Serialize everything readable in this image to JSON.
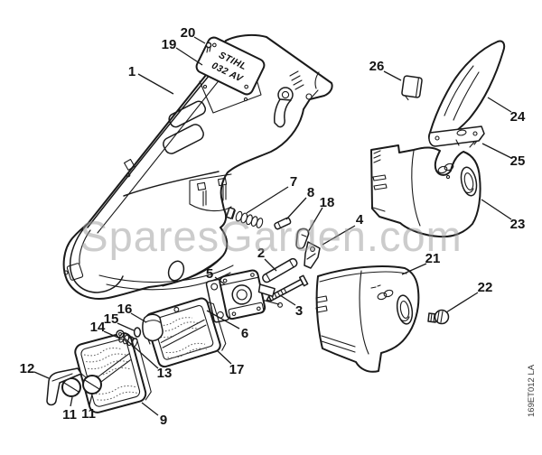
{
  "watermark": "SparesGarden.com",
  "model_plate": {
    "line1": "STIHL",
    "line2": "032 AV"
  },
  "doc_code": "169ET012 LA",
  "colors": {
    "line": "#1a1a1a",
    "watermark": "#9a9a9a",
    "background": "#ffffff"
  },
  "callouts": [
    {
      "label": "1"
    },
    {
      "label": "2"
    },
    {
      "label": "3"
    },
    {
      "label": "4"
    },
    {
      "label": "5"
    },
    {
      "label": "6"
    },
    {
      "label": "7"
    },
    {
      "label": "8"
    },
    {
      "label": "9"
    },
    {
      "label": "11"
    },
    {
      "label": "11"
    },
    {
      "label": "12"
    },
    {
      "label": "13"
    },
    {
      "label": "14"
    },
    {
      "label": "15"
    },
    {
      "label": "16"
    },
    {
      "label": "17"
    },
    {
      "label": "18"
    },
    {
      "label": "19"
    },
    {
      "label": "20"
    },
    {
      "label": "21"
    },
    {
      "label": "22"
    },
    {
      "label": "23"
    },
    {
      "label": "24"
    },
    {
      "label": "25"
    },
    {
      "label": "26"
    }
  ]
}
